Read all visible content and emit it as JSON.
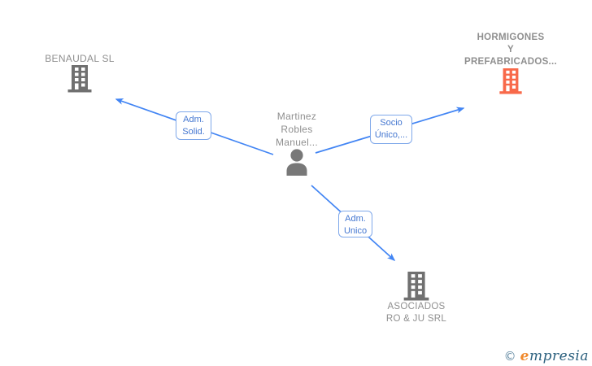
{
  "diagram": {
    "person": {
      "line1": "Martinez",
      "line2": "Robles",
      "line3": "Manuel..."
    },
    "companies": {
      "benaudal": {
        "name": "BENAUDAL SL"
      },
      "hormigones": {
        "line1": "HORMIGONES",
        "line2": "Y",
        "line3": "PREFABRICADOS..."
      },
      "asociados": {
        "line1": "ASOCIADOS",
        "line2": "RO & JU SRL"
      }
    },
    "relationships": {
      "adm_solid": {
        "line1": "Adm.",
        "line2": "Solid."
      },
      "socio_unico": {
        "line1": "Socio",
        "line2": "Único,..."
      },
      "adm_unico": {
        "line1": "Adm.",
        "line2": "Unico"
      }
    }
  },
  "watermark": {
    "copyright": "©",
    "brand_e": "e",
    "brand_rest": "mpresia"
  },
  "colors": {
    "edge_blue": "#4285f4",
    "edge_label_text": "#4376d0",
    "edge_label_border": "#7fa8ea",
    "node_text_gray": "#8f8f8f",
    "building_gray": "#707070",
    "person_gray": "#787878",
    "building_orange": "#f8694a",
    "logo_orange": "#f0892c",
    "logo_teal": "#2a5f7d",
    "logo_copyright": "#5e86a0"
  }
}
